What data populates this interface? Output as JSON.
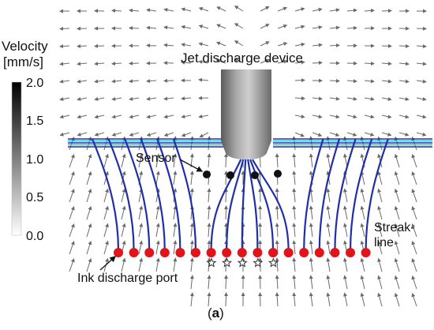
{
  "figure": {
    "legend_title_line1": "Velocity",
    "legend_title_line2": "[mm/s]",
    "legend_ticks": [
      "2.0",
      "1.5",
      "1.0",
      "0.5",
      "0.0"
    ],
    "legend_range": [
      0.0,
      2.0
    ],
    "labels": {
      "device": "Jet discharge device",
      "sensor": "Sensor",
      "streakline_1": "Streak-",
      "streakline_2": "line",
      "ink_port": "Ink discharge port"
    },
    "caption_prefix": "(",
    "caption_letter": "a",
    "caption_suffix": ")",
    "ports_count": 17,
    "sensor_dots_count": 4,
    "star_markers_count": 5,
    "colors": {
      "streakline": "#1f2fa8",
      "streakline_light": "#22c1d6",
      "port": "#e0141a",
      "device_gray": "#8a8a8a",
      "arrow": "#6a6a6a"
    }
  }
}
